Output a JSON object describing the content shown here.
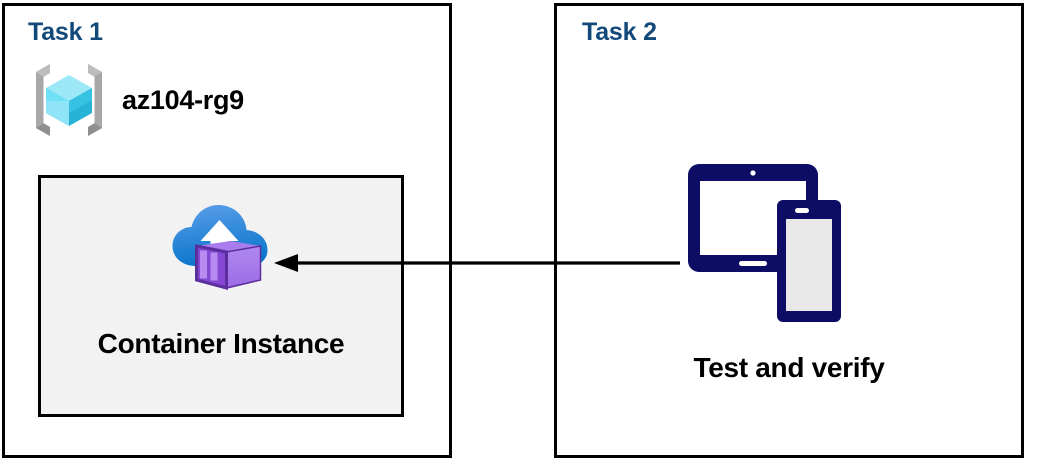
{
  "diagram": {
    "background_color": "#FFFFFF",
    "panel_border_color": "#000000",
    "title_color": "#12497B",
    "text_color": "#000000"
  },
  "panels": [
    {
      "id": "task1",
      "title": "Task 1",
      "resource_group": {
        "icon": "azure-resource-group-icon",
        "label": "az104-rg9",
        "icon_colors": {
          "bracket": "#A0A0A0",
          "cube_top": "#9CE8F7",
          "cube_left": "#4FD6F0",
          "cube_right": "#28B4D4",
          "cube_bottom_left": "#B7ECF8"
        }
      },
      "service": {
        "icon": "azure-container-instance-icon",
        "label": "Container Instance",
        "box_fill": "#F2F2F2",
        "box_border": "#000000",
        "icon_colors": {
          "cloud_top": "#5B9BE8",
          "cloud_bottom": "#0F7DD1",
          "arrow": "#FFFFFF",
          "container_front": "#A276E8",
          "container_side": "#7B3FBF",
          "container_edge": "#5B2E9B"
        }
      }
    },
    {
      "id": "task2",
      "title": "Task 2",
      "device": {
        "icon": "tablet-and-phone-icon",
        "label": "Test and verify",
        "icon_colors": {
          "body": "#0D0D66",
          "tablet_screen": "#FFFFFF",
          "phone_screen": "#E8E8E8",
          "camera_dot": "#FFFFFF"
        }
      }
    }
  ],
  "connector": {
    "name": "flow-arrow",
    "from": "task2-device",
    "to": "task1-container-instance",
    "direction": "right-to-left",
    "color": "#000000",
    "style": "solid-line-with-arrowhead"
  }
}
